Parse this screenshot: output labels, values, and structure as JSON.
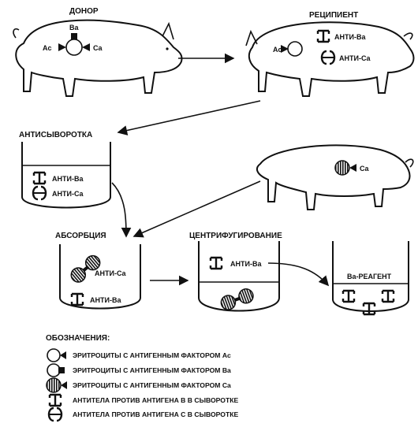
{
  "labels": {
    "donor": "ДОНОР",
    "recipient": "РЕЦИПИЕНТ",
    "antiserum": "АНТИСЫВОРОТКА",
    "absorption": "АБСОРБЦИЯ",
    "centrifugation": "ЦЕНТРИФУГИРОВАНИЕ",
    "reagent": "Ba-РЕАГЕНТ"
  },
  "antigens": {
    "ac": "Ac",
    "ba": "Ba",
    "ca": "Ca"
  },
  "antibodies": {
    "anti_ba": "АНТИ-Ba",
    "anti_ca": "АНТИ-Ca"
  },
  "legend": {
    "title": "ОБОЗНАЧЕНИЯ:",
    "items": [
      "ЭРИТРОЦИТЫ С АНТИГЕННЫМ ФАКТОРОМ Ac",
      "ЭРИТРОЦИТЫ С АНТИГЕННЫМ ФАКТОРОМ Ba",
      "ЭРИТРОЦИТЫ С АНТИГЕННЫМ ФАКТОРОМ Ca",
      "АНТИТЕЛА ПРОТИВ АНТИГЕНА В В СЫВОРОТКЕ",
      "АНТИТЕЛА ПРОТИВ АНТИГЕНА С В СЫВОРОТКЕ"
    ]
  },
  "colors": {
    "ink": "#111111",
    "paper": "#ffffff"
  }
}
